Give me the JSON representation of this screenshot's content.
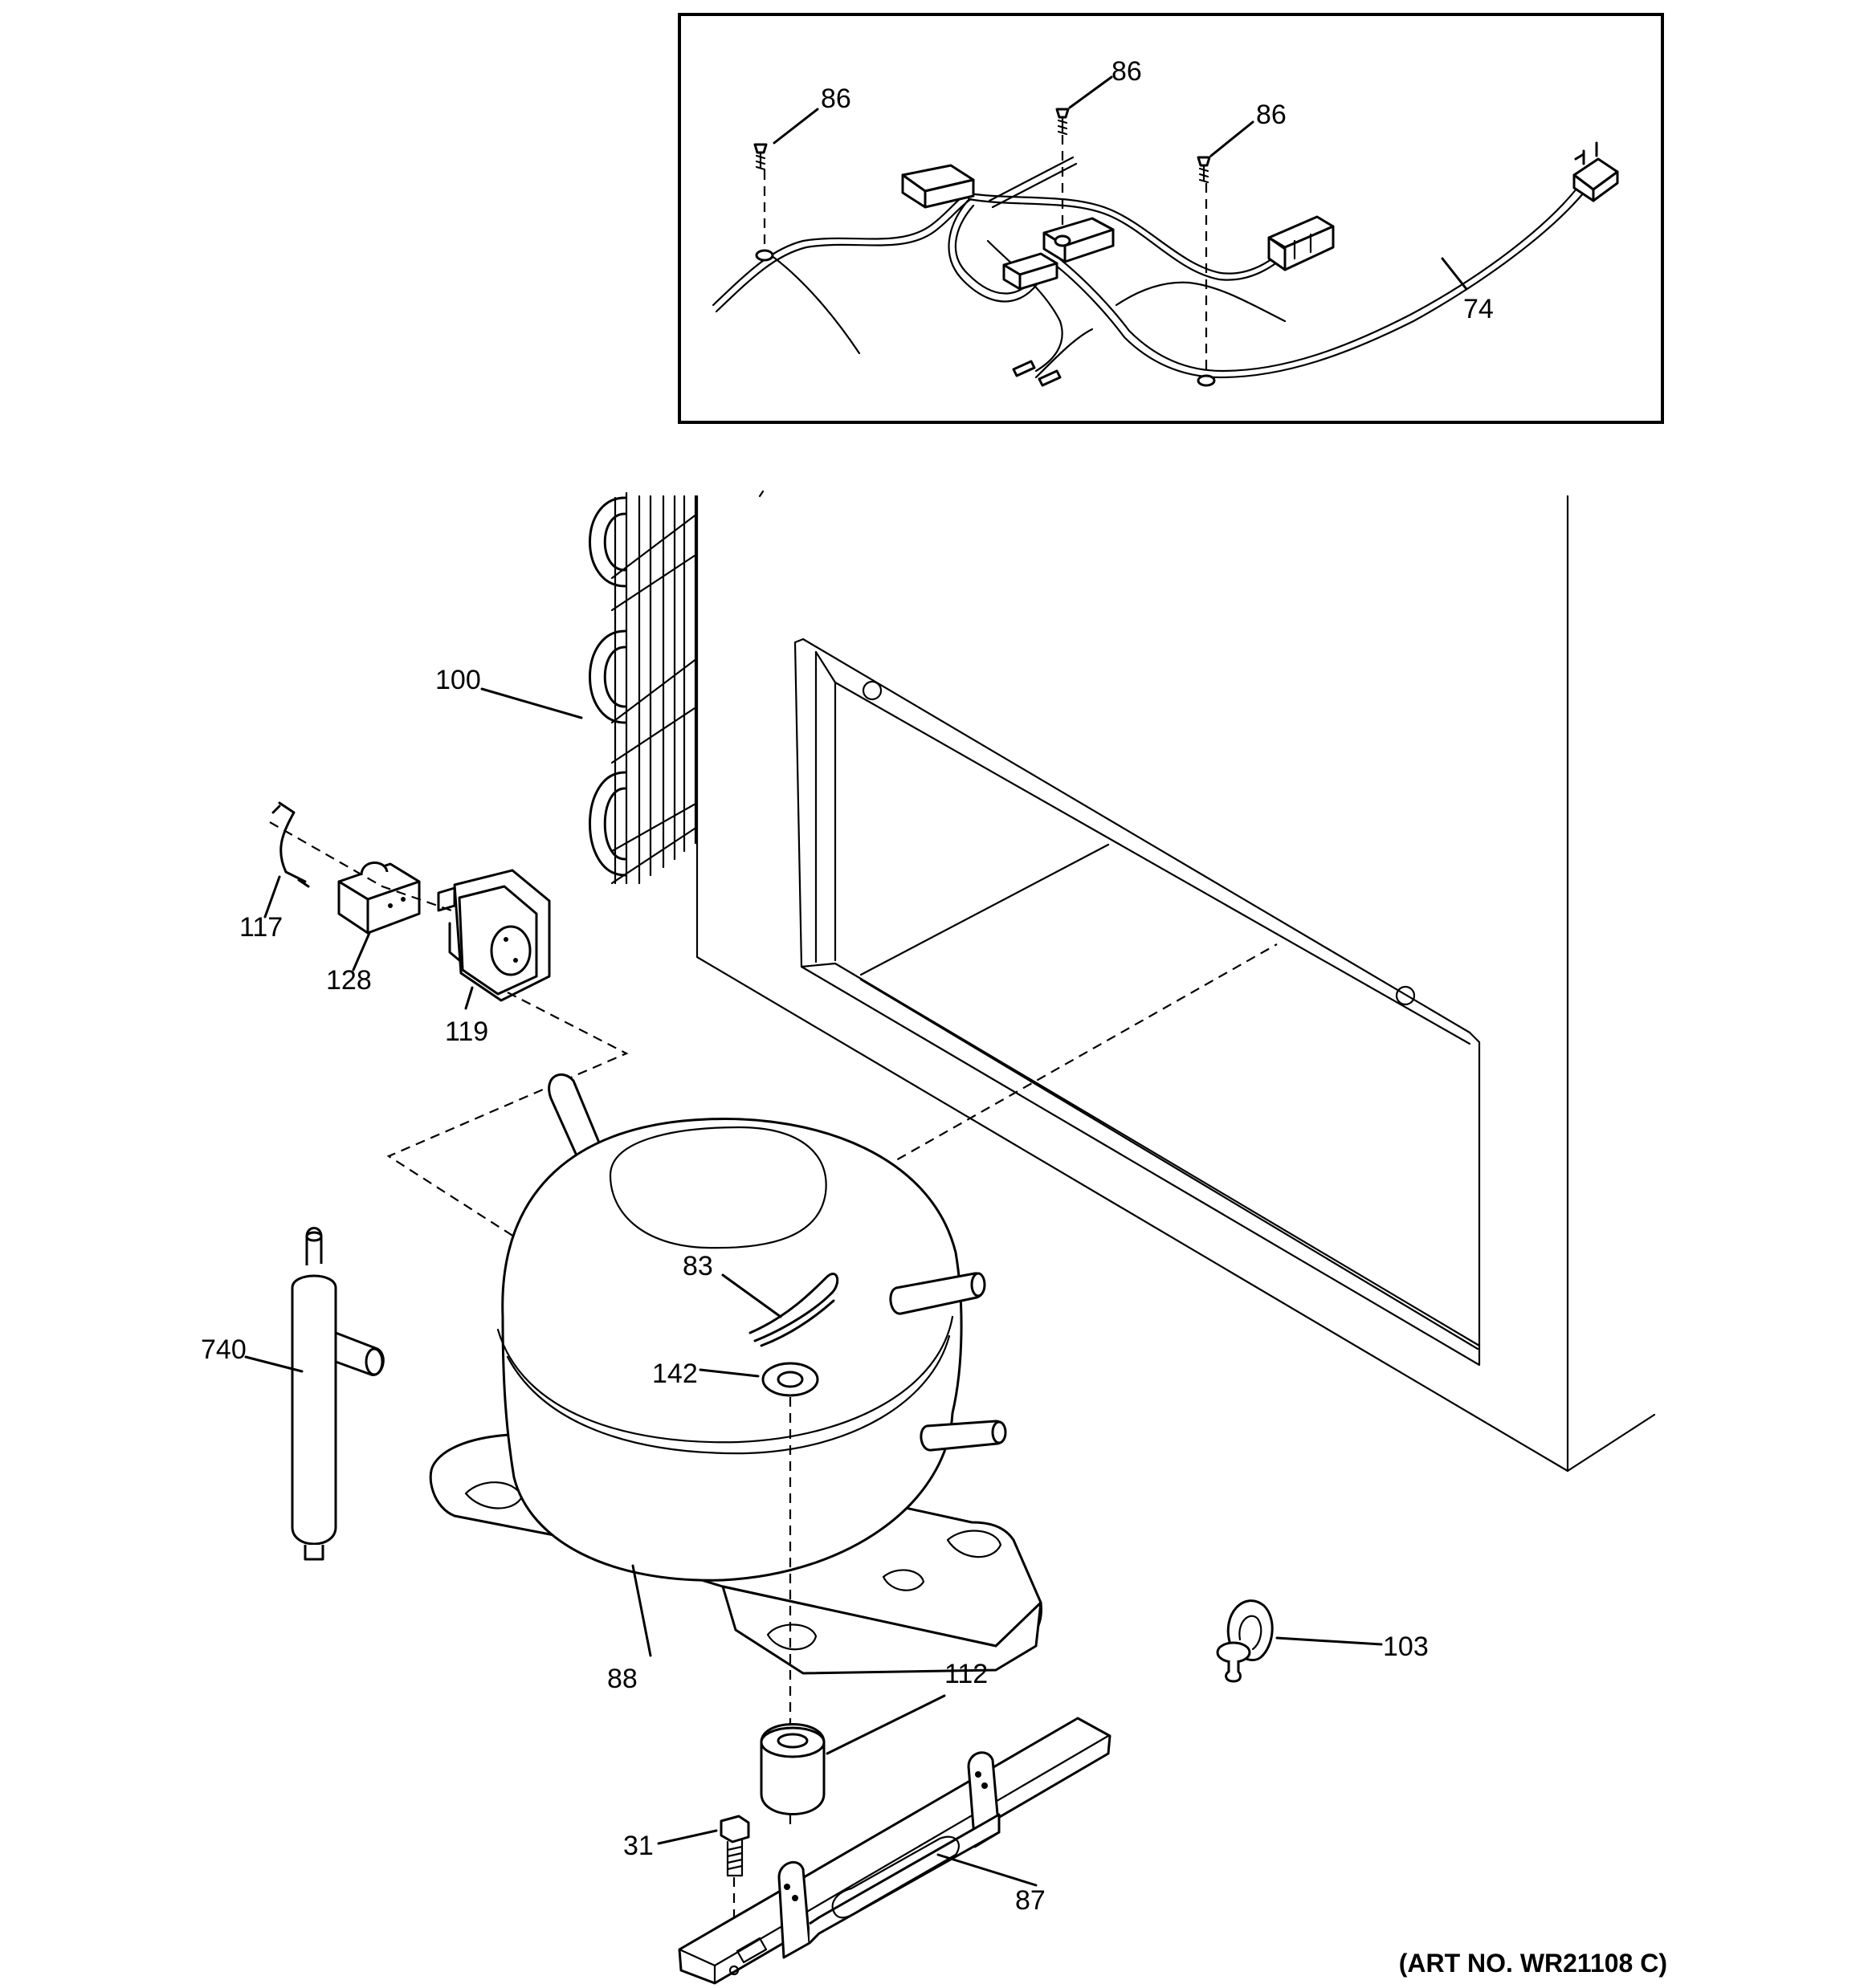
{
  "diagram": {
    "art_number": "(ART NO. WR21108 C)",
    "callouts": {
      "c86a": "86",
      "c86b": "86",
      "c86c": "86",
      "c74": "74",
      "c100": "100",
      "c117": "117",
      "c128": "128",
      "c119": "119",
      "c83": "83",
      "c142": "142",
      "c740": "740",
      "c88": "88",
      "c103": "103",
      "c112": "112",
      "c31": "31",
      "c87": "87"
    }
  }
}
